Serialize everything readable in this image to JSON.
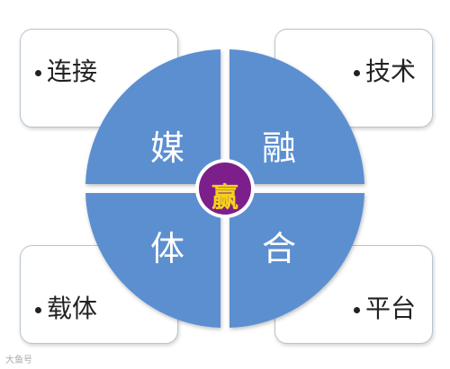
{
  "boxes": {
    "top_left": "连接",
    "top_right": "技术",
    "bottom_left": "载体",
    "bottom_right": "平台"
  },
  "quadrants": {
    "top_left": "媒",
    "top_right": "融",
    "bottom_left": "体",
    "bottom_right": "合"
  },
  "center": "赢",
  "colors": {
    "quadrant_fill": "#5b8fd0",
    "center_fill": "#7d1f8a",
    "center_text": "#f5d21a"
  },
  "watermark": "大鱼号"
}
